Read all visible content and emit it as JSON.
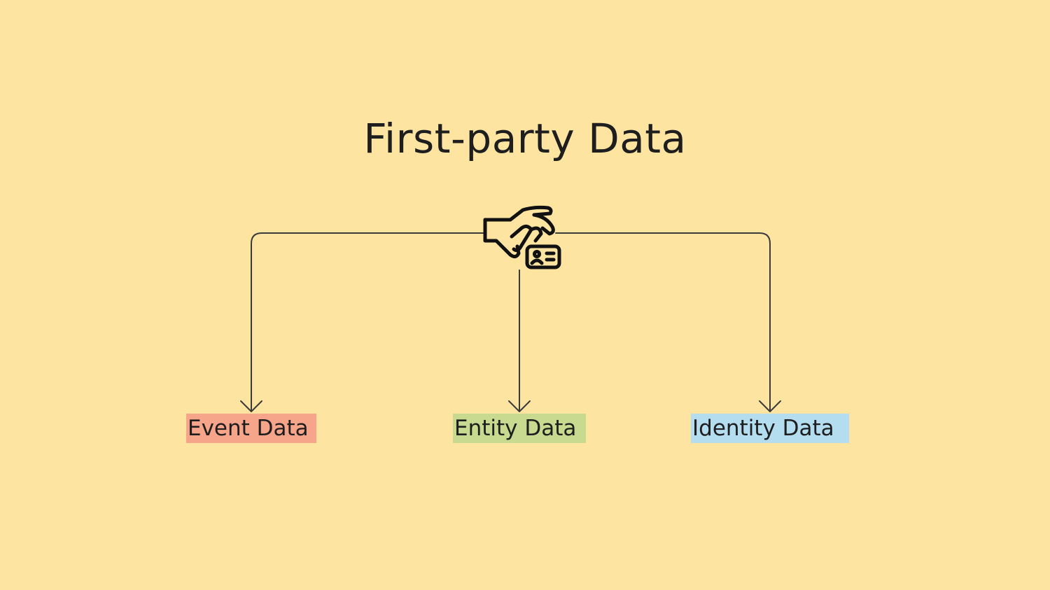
{
  "diagram": {
    "title": "First-party Data",
    "root_icon": "hand-holding-id-card-icon",
    "children": [
      {
        "label": "Event Data",
        "highlight": "#F7A58A"
      },
      {
        "label": "Entity Data",
        "highlight": "#C7DA8F"
      },
      {
        "label": "Identity Data",
        "highlight": "#B5DDF0"
      }
    ]
  },
  "colors": {
    "background": "#FDE4A1",
    "ink": "#1e1e1e",
    "connector": "#3a3a3a"
  }
}
